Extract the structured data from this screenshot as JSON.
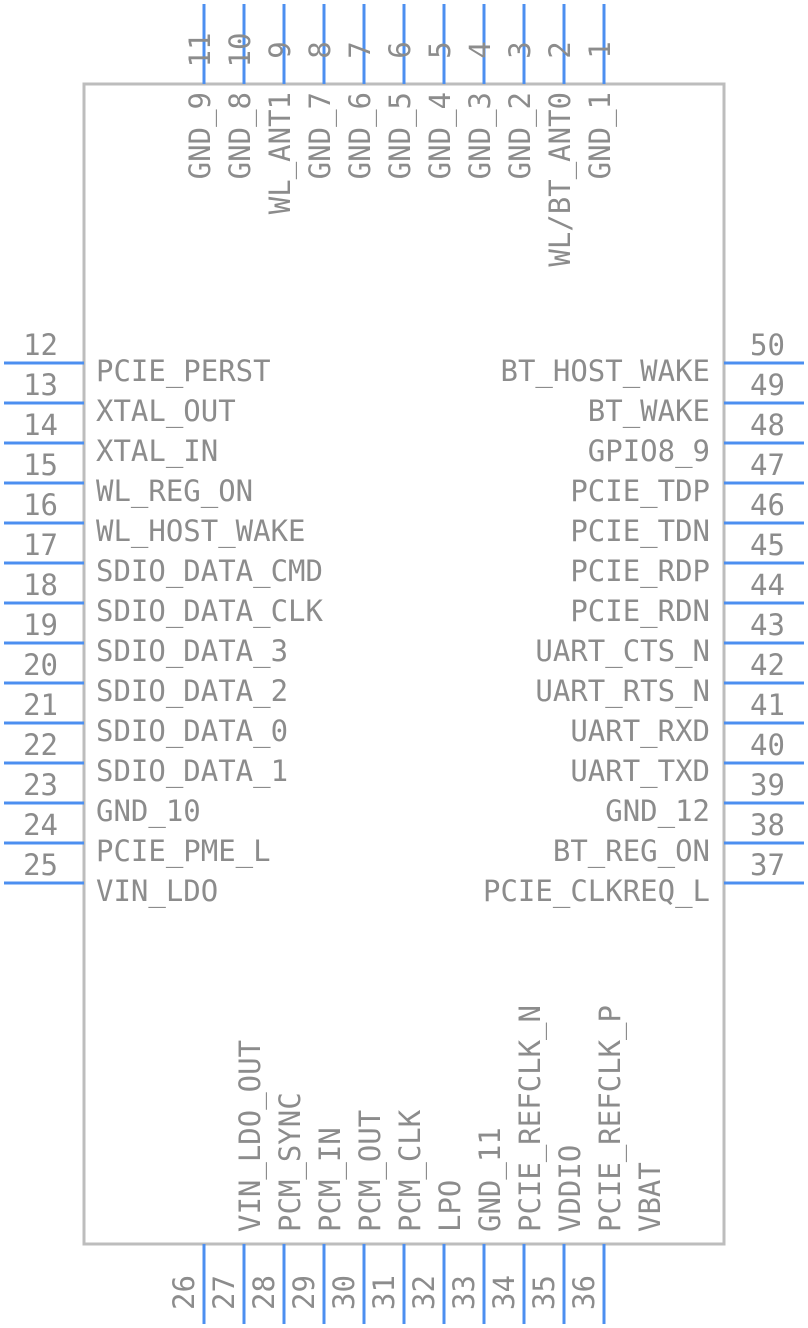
{
  "component": {
    "body_color": "#bdbdbd",
    "pin_color": "#4c8ff0",
    "text_color": "#8c8c8c"
  },
  "pins": {
    "top": [
      {
        "number": "1",
        "name": "GND_1"
      },
      {
        "number": "2",
        "name": "WL/BT_ANT0"
      },
      {
        "number": "3",
        "name": "GND_2"
      },
      {
        "number": "4",
        "name": "GND_3"
      },
      {
        "number": "5",
        "name": "GND_4"
      },
      {
        "number": "6",
        "name": "GND_5"
      },
      {
        "number": "7",
        "name": "GND_6"
      },
      {
        "number": "8",
        "name": "GND_7"
      },
      {
        "number": "9",
        "name": "WL_ANT1"
      },
      {
        "number": "10",
        "name": "GND_8"
      },
      {
        "number": "11",
        "name": "GND_9"
      }
    ],
    "left": [
      {
        "number": "12",
        "name": "PCIE_PERST"
      },
      {
        "number": "13",
        "name": "XTAL_OUT"
      },
      {
        "number": "14",
        "name": "XTAL_IN"
      },
      {
        "number": "15",
        "name": "WL_REG_ON"
      },
      {
        "number": "16",
        "name": "WL_HOST_WAKE"
      },
      {
        "number": "17",
        "name": "SDIO_DATA_CMD"
      },
      {
        "number": "18",
        "name": "SDIO_DATA_CLK"
      },
      {
        "number": "19",
        "name": "SDIO_DATA_3"
      },
      {
        "number": "20",
        "name": "SDIO_DATA_2"
      },
      {
        "number": "21",
        "name": "SDIO_DATA_0"
      },
      {
        "number": "22",
        "name": "SDIO_DATA_1"
      },
      {
        "number": "23",
        "name": "GND_10"
      },
      {
        "number": "24",
        "name": "PCIE_PME_L"
      },
      {
        "number": "25",
        "name": "VIN_LDO"
      }
    ],
    "bottom": [
      {
        "number": "26",
        "name": ""
      },
      {
        "number": "27",
        "name": "VIN_LDO_OUT"
      },
      {
        "number": "28",
        "name": "PCM_SYNC"
      },
      {
        "number": "29",
        "name": "PCM_IN"
      },
      {
        "number": "30",
        "name": "PCM_OUT"
      },
      {
        "number": "31",
        "name": "PCM_CLK"
      },
      {
        "number": "32",
        "name": "LPO"
      },
      {
        "number": "33",
        "name": "GND_11"
      },
      {
        "number": "34",
        "name": "PCIE_REFCLK_N"
      },
      {
        "number": "35",
        "name": "VDDIO"
      },
      {
        "number": "36",
        "name": "PCIE_REFCLK_P"
      },
      {
        "number": "",
        "name": "VBAT"
      }
    ],
    "right": [
      {
        "number": "50",
        "name": "BT_HOST_WAKE"
      },
      {
        "number": "49",
        "name": "BT_WAKE"
      },
      {
        "number": "48",
        "name": "GPIO8_9"
      },
      {
        "number": "47",
        "name": "PCIE_TDP"
      },
      {
        "number": "46",
        "name": "PCIE_TDN"
      },
      {
        "number": "45",
        "name": "PCIE_RDP"
      },
      {
        "number": "44",
        "name": "PCIE_RDN"
      },
      {
        "number": "43",
        "name": "UART_CTS_N"
      },
      {
        "number": "42",
        "name": "UART_RTS_N"
      },
      {
        "number": "41",
        "name": "UART_RXD"
      },
      {
        "number": "40",
        "name": "UART_TXD"
      },
      {
        "number": "39",
        "name": "GND_12"
      },
      {
        "number": "38",
        "name": "BT_REG_ON"
      },
      {
        "number": "37",
        "name": "PCIE_CLKREQ_L"
      }
    ]
  }
}
